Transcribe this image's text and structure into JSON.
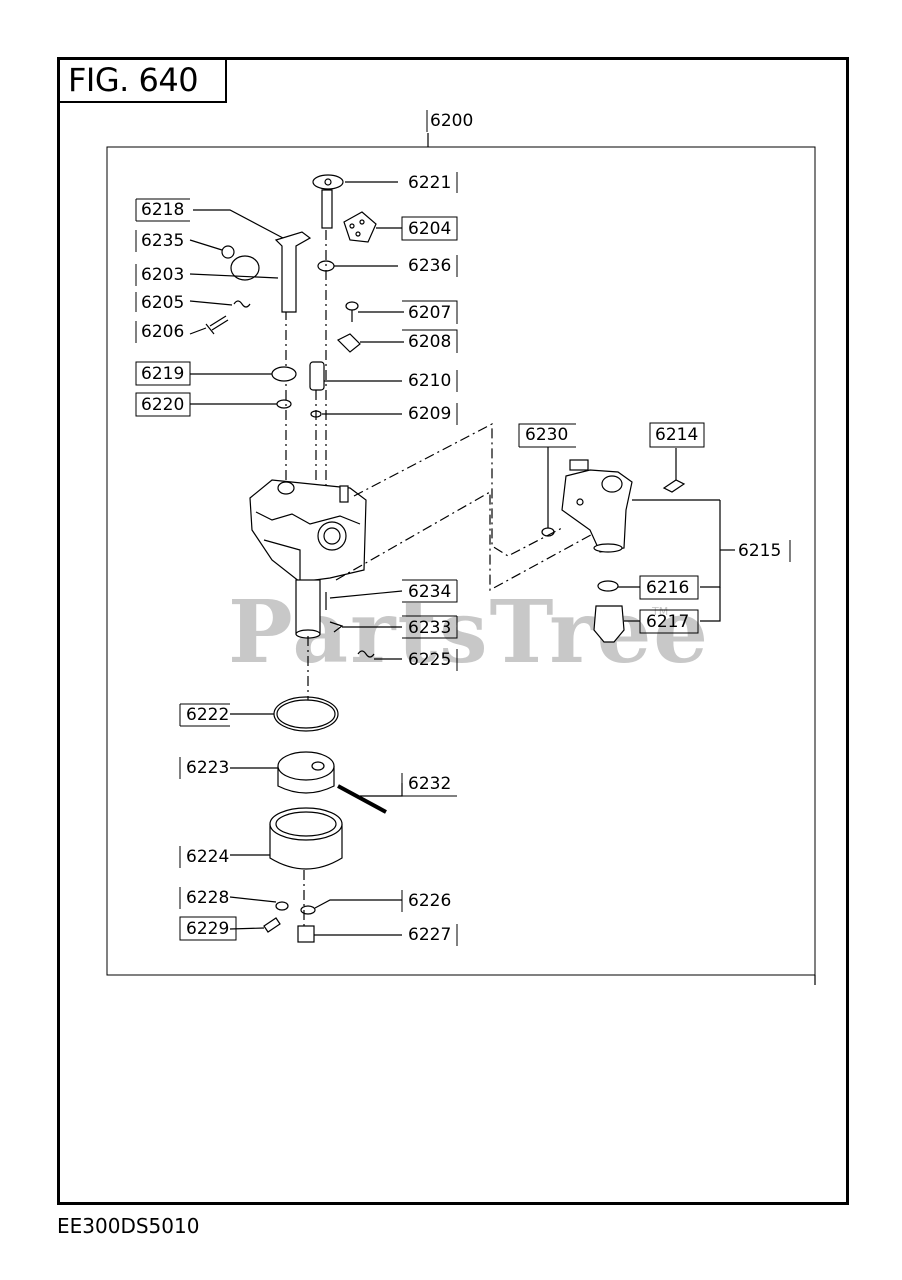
{
  "figure": {
    "title": "FIG. 640",
    "footer_code": "EE300DS5010"
  },
  "watermark": {
    "text": "PartsTree",
    "tm": "TM"
  },
  "assembly_label": "6200",
  "callouts": [
    {
      "id": "c6221",
      "label": "6221"
    },
    {
      "id": "c6218",
      "label": "6218"
    },
    {
      "id": "c6204",
      "label": "6204"
    },
    {
      "id": "c6235",
      "label": "6235"
    },
    {
      "id": "c6236",
      "label": "6236"
    },
    {
      "id": "c6203",
      "label": "6203"
    },
    {
      "id": "c6205",
      "label": "6205"
    },
    {
      "id": "c6207",
      "label": "6207"
    },
    {
      "id": "c6206",
      "label": "6206"
    },
    {
      "id": "c6208",
      "label": "6208"
    },
    {
      "id": "c6219",
      "label": "6219"
    },
    {
      "id": "c6210",
      "label": "6210"
    },
    {
      "id": "c6220",
      "label": "6220"
    },
    {
      "id": "c6209",
      "label": "6209"
    },
    {
      "id": "c6230",
      "label": "6230"
    },
    {
      "id": "c6214",
      "label": "6214"
    },
    {
      "id": "c6215",
      "label": "6215"
    },
    {
      "id": "c6216",
      "label": "6216"
    },
    {
      "id": "c6234",
      "label": "6234"
    },
    {
      "id": "c6217",
      "label": "6217"
    },
    {
      "id": "c6233",
      "label": "6233"
    },
    {
      "id": "c6225",
      "label": "6225"
    },
    {
      "id": "c6222",
      "label": "6222"
    },
    {
      "id": "c6223",
      "label": "6223"
    },
    {
      "id": "c6232",
      "label": "6232"
    },
    {
      "id": "c6224",
      "label": "6224"
    },
    {
      "id": "c6228",
      "label": "6228"
    },
    {
      "id": "c6226",
      "label": "6226"
    },
    {
      "id": "c6229",
      "label": "6229"
    },
    {
      "id": "c6227",
      "label": "6227"
    }
  ]
}
